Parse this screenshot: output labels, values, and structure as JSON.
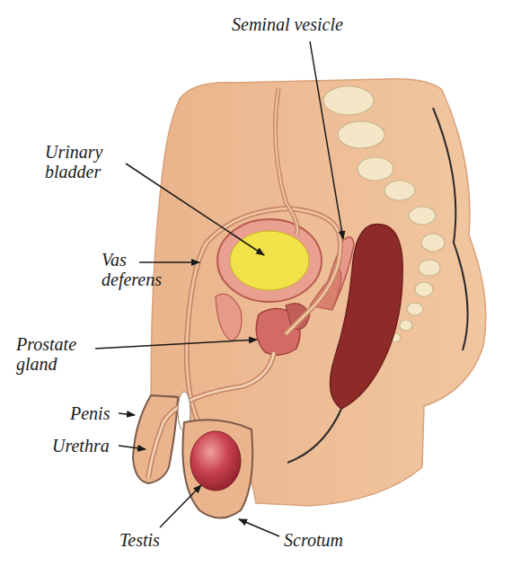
{
  "diagram": {
    "labels": [
      "Seminal vesicle",
      "Urinary bladder",
      "Vas deferens",
      "Prostate gland",
      "Penis",
      "Urethra",
      "Testis",
      "Scrotum"
    ]
  }
}
